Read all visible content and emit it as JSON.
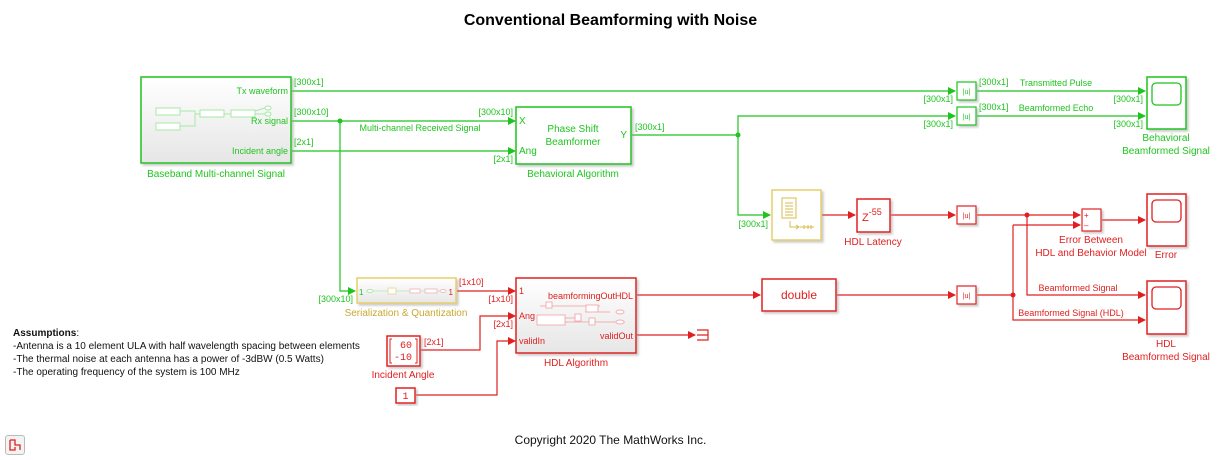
{
  "title": "Conventional Beamforming with Noise",
  "copyright": "Copyright 2020 The MathWorks Inc.",
  "colors": {
    "behavioral": "#1fc41f",
    "hdl": "#e02020",
    "serialization": "#c9a830"
  },
  "assumptions": {
    "heading": "Assumptions",
    "lines": [
      "-Antenna is a 10 element ULA with half wavelength spacing between elements",
      "-The thermal noise at each antenna has  a power of -3dBW (0.5 Watts)",
      "-The operating frequency of the system is 100 MHz"
    ]
  },
  "blocks": {
    "source": {
      "label": "Baseband Multi-channel Signal",
      "ports": [
        "Tx waveform",
        "Rx signal",
        "Incident angle"
      ]
    },
    "behavioral": {
      "label": "Behavioral Algorithm",
      "text1": "Phase Shift",
      "text2": "Beamformer",
      "in_ports": [
        "X",
        "Ang"
      ],
      "out_port": "Y"
    },
    "abs_blocks": {
      "glyph": "|u|"
    },
    "scope_behavioral": {
      "label1": "Behavioral",
      "label2": "Beamformed Signal"
    },
    "scope_error": {
      "label": "Error"
    },
    "scope_hdl": {
      "label1": "HDL",
      "label2": "Beamformed Signal"
    },
    "latency": {
      "label": "HDL Latency",
      "base": "Z",
      "exp": "-55"
    },
    "sum": {
      "label1": "Error Between",
      "label2": "HDL and Behavior Model",
      "plus": "+",
      "minus": "–"
    },
    "serialization": {
      "label": "Serialization & Quantization",
      "in_port": "1",
      "out_port": "1"
    },
    "hdl": {
      "label": "HDL Algorithm",
      "in_ports": [
        "1",
        "Ang",
        "validIn"
      ],
      "out_ports": [
        "beamformingOutHDL",
        "validOut"
      ]
    },
    "double": {
      "label": "double"
    },
    "incident_angle": {
      "label": "Incident Angle",
      "values": [
        "60",
        "-10"
      ]
    },
    "const_one": {
      "value": "1"
    }
  },
  "signals": {
    "tx_dim": "[300x1]",
    "rx_dim": "[300x10]",
    "ang_dim": "[2x1]",
    "rx_name": "Multi-channel Received Signal",
    "beh_x_dim": "[300x10]",
    "beh_ang_dim": "[2x1]",
    "beh_y_dim": "[300x1]",
    "abs1_in": "[300x1]",
    "abs1_out": "[300x1]",
    "abs2_in": "[300x1]",
    "abs2_out": "[300x1]",
    "transmitted": "Transmitted Pulse",
    "beamformed_echo": "Beamformed Echo",
    "scope_in1": "[300x1]",
    "scope_in2": "[300x1]",
    "buffer_in": "[300x1]",
    "ser_in": "[300x10]",
    "ser_out": "[1x10]",
    "hdl_in1": "[1x10]",
    "hdl_ang": "[2x1]",
    "ia_out": "[2x1]",
    "beamformed_signal": "Beamformed Signal",
    "beamformed_signal_hdl": "Beamformed Signal (HDL)"
  }
}
